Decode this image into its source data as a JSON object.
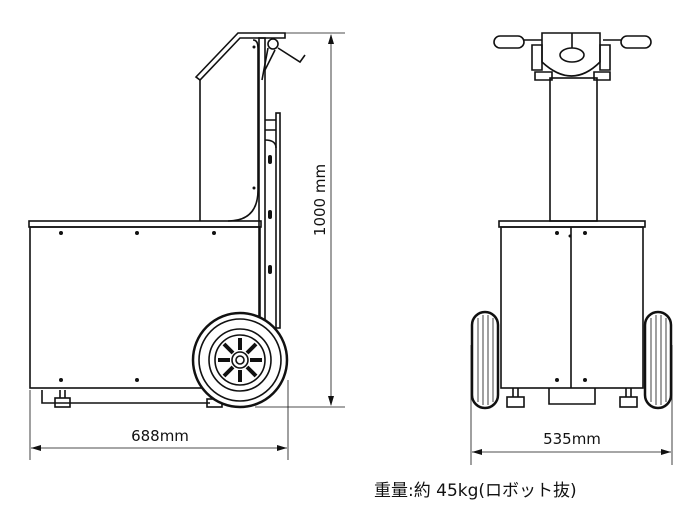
{
  "dimensions": {
    "height_label": "1000 mm",
    "side_width_label": "688mm",
    "front_width_label": "535mm"
  },
  "note": "重量:約 45kg(ロボット抜)",
  "colors": {
    "line": "#111111",
    "background": "#ffffff"
  }
}
